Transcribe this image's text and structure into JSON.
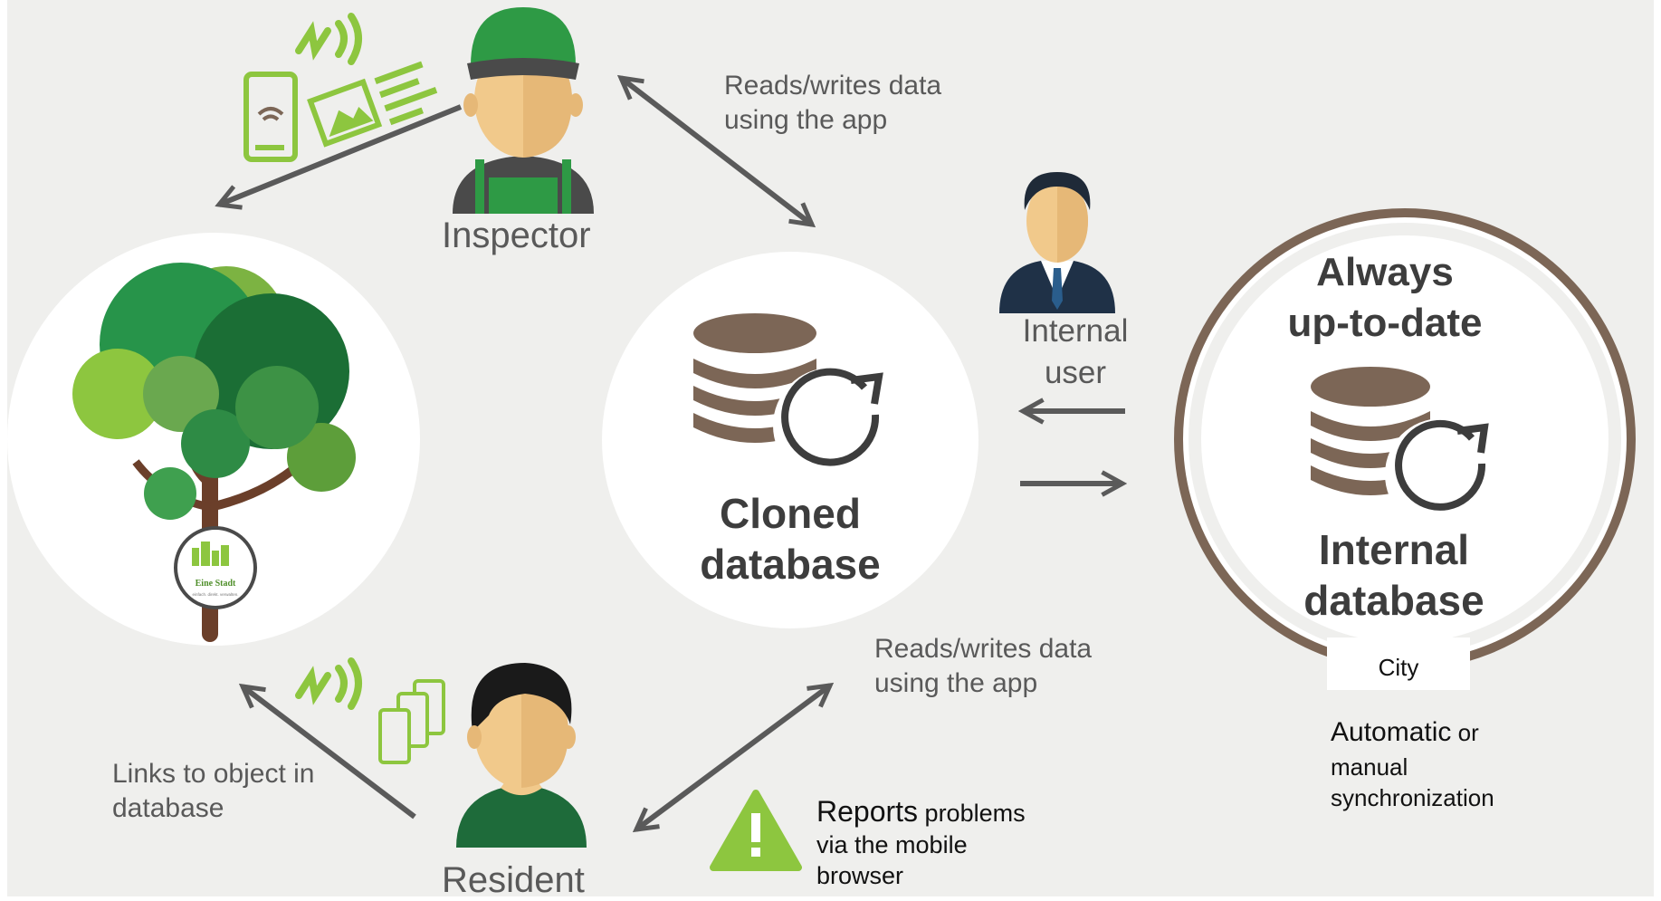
{
  "colors": {
    "background": "#efefed",
    "brown": "#7c6656",
    "arrow_gray": "#5a5a5a",
    "text_dark": "#3d3d3d",
    "green_bright": "#8dc63f",
    "green_dark": "#1e6b3a",
    "skin": "#f1c98b"
  },
  "roles": {
    "inspector": "Inspector",
    "resident": "Resident",
    "internal_user_line1": "Internal",
    "internal_user_line2": "user"
  },
  "flows": {
    "inspector_line1": "Reads/writes data",
    "inspector_line2": "using the app",
    "resident_line1": "Reads/writes data",
    "resident_line2": "using the app",
    "links_line1": "Links to object in",
    "links_line2": "database"
  },
  "cloned_db": {
    "line1": "Cloned",
    "line2": "database"
  },
  "internal_db": {
    "banner_line1": "Always",
    "banner_line2": "up-to-date",
    "line1": "Internal",
    "line2": "database",
    "owner": "City"
  },
  "sync": {
    "word1": "Automatic",
    "word2": " or",
    "line2": "manual",
    "line3": "synchronization"
  },
  "report": {
    "word1": "Reports",
    "word2": " problems",
    "line2": "via the mobile",
    "line3": "browser"
  },
  "sign": {
    "line1": "Eine Stadt",
    "line2": "einfach. direkt. verwalten."
  },
  "icons": {
    "nfc": "nfc-signal-icon",
    "phone": "smartphone-icon",
    "image": "image-icon",
    "text": "text-lines-icon",
    "warning": "warning-triangle-icon",
    "database": "database-sync-icon"
  }
}
